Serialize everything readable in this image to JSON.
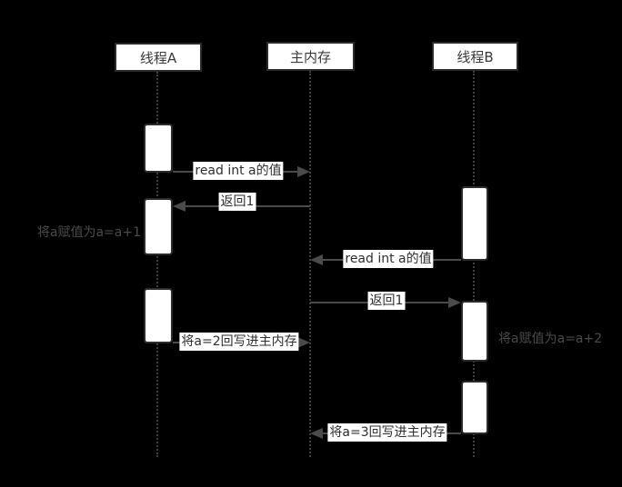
{
  "diagram": {
    "type": "sequence-diagram",
    "participants": [
      {
        "label": "线程A"
      },
      {
        "label": "主内存"
      },
      {
        "label": "线程B"
      }
    ],
    "messages": [
      {
        "label": "read int a的值",
        "from": "线程A",
        "to": "主内存",
        "direction": "right"
      },
      {
        "label": "返回1",
        "from": "主内存",
        "to": "线程A",
        "direction": "left"
      },
      {
        "label": "read int a的值",
        "from": "线程B",
        "to": "主内存",
        "direction": "left"
      },
      {
        "label": "返回1",
        "from": "主内存",
        "to": "线程B",
        "direction": "right"
      },
      {
        "label": "将a=2回写进主内存",
        "from": "线程A",
        "to": "主内存",
        "direction": "right"
      },
      {
        "label": "将a=3回写进主内存",
        "from": "线程B",
        "to": "主内存",
        "direction": "left"
      }
    ],
    "annotations": [
      {
        "label": "将a赋值为a=a+1",
        "near": "线程A"
      },
      {
        "label": "将a赋值为a=a+2",
        "near": "线程B"
      }
    ],
    "colors": {
      "background": "#000000",
      "box_fill": "#ffffff",
      "box_border": "#2b2b2b",
      "line": "#4a4a4a",
      "label_text": "#2e2e2e",
      "annotation_text": "#4a4a4a"
    }
  }
}
